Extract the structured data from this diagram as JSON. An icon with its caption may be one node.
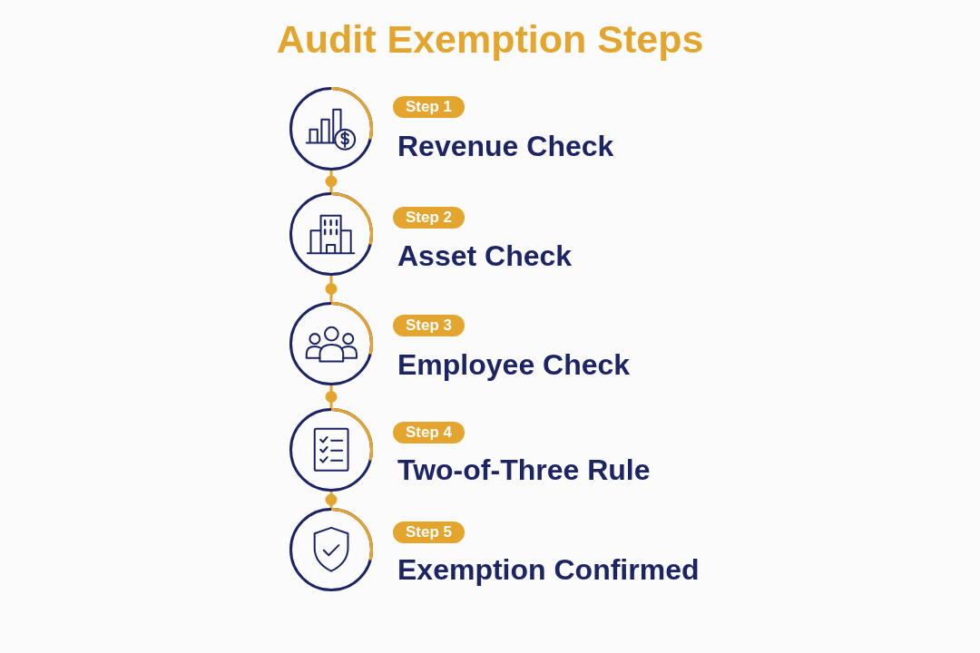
{
  "diagram": {
    "title": "Audit Exemption Steps",
    "nodes": [
      {
        "text": [],
        "shape": "circle",
        "beside": [
          "Revenue Check"
        ]
      },
      {
        "text": [
          "Step 1"
        ]
      },
      {
        "text": [],
        "shape": "circle",
        "beside": [
          "Asset Check"
        ]
      },
      {
        "text": [
          "Step 2"
        ]
      },
      {
        "text": [],
        "shape": "circle",
        "beside": [
          "Employee Check"
        ]
      },
      {
        "text": [
          "Step 3"
        ]
      },
      {
        "text": [],
        "shape": "circle",
        "beside": [
          "Two-of-Three Rule"
        ]
      },
      {
        "text": [
          "Step 4"
        ]
      },
      {
        "text": [],
        "shape": "circle",
        "beside": [
          "Exemption Confirmed"
        ]
      },
      {
        "text": [
          "Step 5"
        ]
      }
    ],
    "edges": [
      {
        "from": 0,
        "to": 2,
        "arrow": "none"
      },
      {
        "from": 2,
        "to": 4,
        "arrow": "none"
      },
      {
        "from": 4,
        "to": 6,
        "arrow": "none"
      },
      {
        "from": 6,
        "to": 8,
        "arrow": "none"
      }
    ]
  }
}
